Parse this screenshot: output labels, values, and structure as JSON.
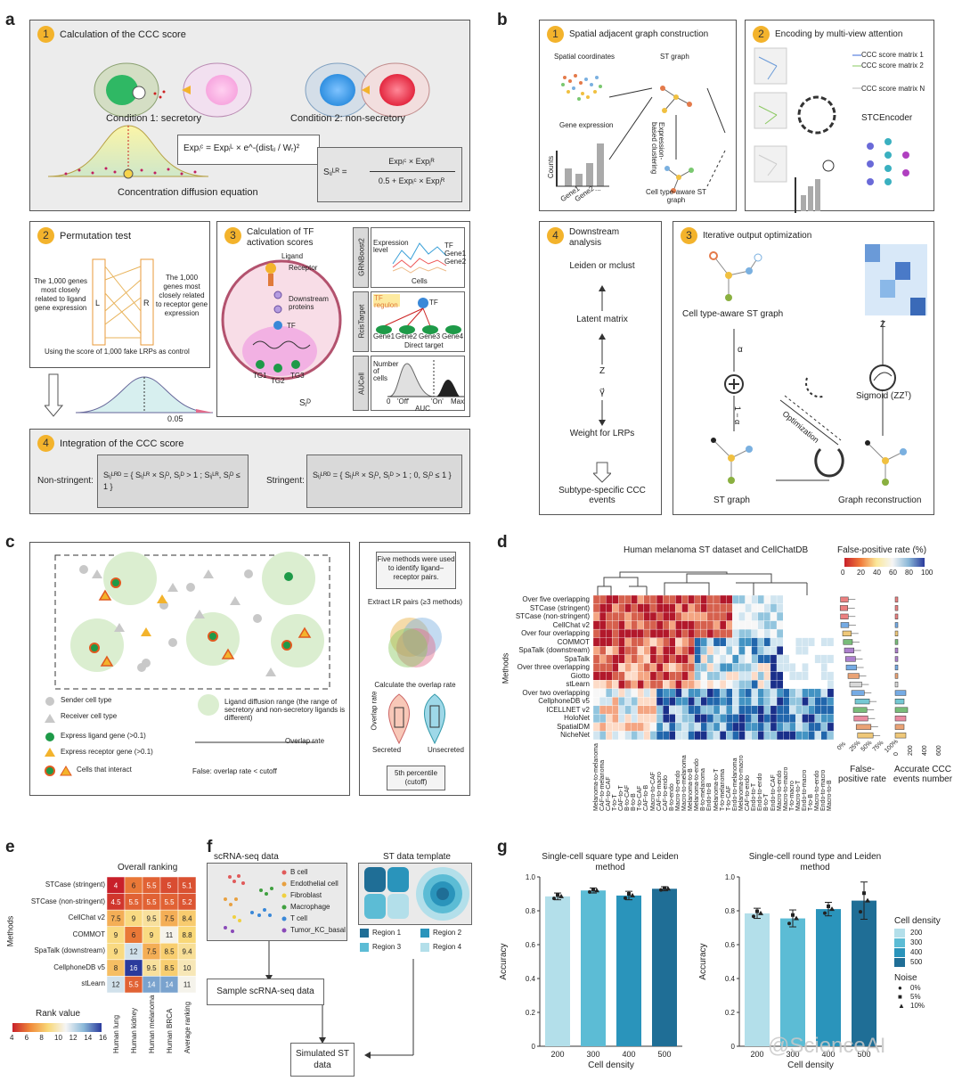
{
  "figure": {
    "letters": [
      "a",
      "b",
      "c",
      "d",
      "e",
      "f",
      "g"
    ],
    "watermark": "@ScienceAI",
    "panel_a": {
      "step1_num": "1",
      "step1_title": "Calculation of the CCC score",
      "cond1": "Condition 1: secretory",
      "cond2": "Condition 2: non-secretory",
      "diffusion_label": "Concentration diffusion equation",
      "formula1": "Expᵢᶜ = Expᵢᴸ × e^-(distᵢⱼ / Wᵣ)²",
      "formula2_num": "Expᵢᶜ × Expⱼᴿ",
      "formula2_den": "0.5 + Expᵢᶜ × Expⱼᴿ",
      "formula2_lhs": "Sᵢⱼᴸᴿ =",
      "step2_num": "2",
      "step2_title": "Permutation test",
      "perm_left": "The 1,000 genes most closely related to ligand gene expression",
      "perm_right": "The 1,000 genes most closely related to receptor gene expression",
      "perm_L": "L",
      "perm_R": "R",
      "perm_caption": "Using the score of 1,000 fake LRPs as control",
      "pval": "0.05",
      "step3_num": "3",
      "step3_title": "Calculation of TF activation scores",
      "ligand": "Ligand",
      "receptor": "Receptor",
      "downstream": "Downstream proteins",
      "tf": "TF",
      "tg1": "TG1",
      "tg2": "TG2",
      "tg3": "TG3",
      "sd": "Sⱼᴰ",
      "grn": "GRNBoost2",
      "rcis": "RcisTarget",
      "auc": "AUCell",
      "expr_level": "Expression level",
      "cells": "Cells",
      "tf_small": "TF",
      "gene1": "Gene1",
      "gene2": "Gene2",
      "tf_regulon": "TF regulon",
      "genes_row": [
        "Gene1",
        "Gene2",
        "Gene3",
        "Gene4"
      ],
      "direct_target": "Direct target",
      "num_cells": "Number of cells",
      "auc_ticks": [
        "0",
        "'Off'",
        "'On'",
        "Max"
      ],
      "auc_label": "AUC",
      "step4_num": "4",
      "step4_title": "Integration of the CCC score",
      "nonstringent": "Non-stringent:",
      "stringent": "Stringent:",
      "ns_formula": "Sᵢⱼᴸᴿᴰ = { Sᵢⱼᴸᴿ × Sⱼᴰ, Sⱼᴰ > 1 ; Sᵢⱼᴸᴿ, Sⱼᴰ ≤ 1 }",
      "s_formula": "Sᵢⱼᴸᴿᴰ = { Sᵢⱼᴸᴿ × Sⱼᴰ, Sⱼᴰ > 1 ; 0, Sⱼᴰ ≤ 1 }"
    },
    "panel_b": {
      "step1_num": "1",
      "step1_title": "Spatial adjacent graph construction",
      "spatial_coords": "Spatial coordinates",
      "st_graph": "ST graph",
      "expr_clustering": "Expression-based clustering",
      "gene_expression": "Gene expression",
      "counts": "Counts",
      "gene1": "Gene1",
      "gene2": "Gene2",
      "dots": "...",
      "celltype_aware": "Cell type-aware ST graph",
      "step2_num": "2",
      "step2_title": "Encoding by multi-view attention",
      "ccc_m1": "CCC score matrix 1",
      "ccc_m2": "CCC score matrix 2",
      "ccc_mn": "CCC score matrix N",
      "stcencoder": "STCEncoder",
      "step3_num": "3",
      "step3_title": "Iterative output optimization",
      "celltype_graph": "Cell type-aware ST graph",
      "alpha": "α",
      "one_minus_alpha": "1 − α",
      "optimization": "Optimization",
      "z": "Z",
      "sigmoid": "Sigmoid (ZZᵀ)",
      "st_graph2": "ST graph",
      "graph_recon": "Graph reconstruction",
      "step4_num": "4",
      "step4_title": "Downstream analysis",
      "leiden": "Leiden or mclust",
      "latent": "Latent matrix",
      "z2": "Z",
      "gamma": "γ⃗",
      "weight": "Weight for LRPs",
      "subtype": "Subtype-specific CCC events"
    },
    "panel_c": {
      "legend": [
        "Sender cell type",
        "Receiver cell type",
        "Express ligand gene (>0.1)",
        "Express receptor gene (>0.1)",
        "Cells that interact"
      ],
      "diffusion_range": "Ligand diffusion range (the range of secretory and non-secretory ligands is different)",
      "overlap_rate": "Overlap rate",
      "false_cond": "False: overlap rate < cutoff",
      "five_methods": "Five methods were used to identify ligand–receptor pairs.",
      "extract": "Extract LR pairs (≥3 methods)",
      "calc_overlap": "Calculate the overlap rate",
      "overlap_axis": "Overlap rate",
      "secreted": "Secreted",
      "unsecreted": "Unsecreted",
      "cutoff": "5th percentile (cutoff)"
    },
    "panel_d": {
      "title": "Human melanoma ST dataset and CellChatDB",
      "fpr_title": "False-positive rate (%)",
      "colorbar_ticks": [
        "0",
        "20",
        "40",
        "60",
        "80",
        "100"
      ],
      "methods_label": "Methods",
      "methods": [
        "Over five overlapping",
        "STCase (stringent)",
        "STCase (non-stringent)",
        "CellChat v2",
        "Over four overlapping",
        "COMMOT",
        "SpaTalk (downstream)",
        "SpaTalk",
        "Over three overlapping",
        "Giotto",
        "stLearn",
        "Over two overlapping",
        "CellphoneDB v5",
        "ICELLNET v2",
        "HoloNet",
        "SpatialDM",
        "NicheNet"
      ],
      "columns": [
        "Melanoma-to-melanoma",
        "CAF-to-melanoma",
        "CAF-to-CAF",
        "T-to-T",
        "CAF-to-T",
        "B-to-CAF",
        "B-to-B",
        "T-to-CAF",
        "CAF-to-B",
        "Macro-to-CAF",
        "CAF-to-macro",
        "CAF-to-endo",
        "B-to-endo",
        "Macro-to-endo",
        "Macro-to-melanoma",
        "Melanoma-to-B",
        "Melanoma-to-endo",
        "B-to-melanoma",
        "Endo-to-B",
        "Melanoma-to-T",
        "T-to-melanoma",
        "T-to-CAF",
        "Endo-to-melanoma",
        "Melanoma-to-macro",
        "CAF-to-endo",
        "Endo-to-T",
        "Endo-to-endo",
        "B-to-T",
        "Endo-to-CAF",
        "Macro-to-endo",
        "Macro-to-macro",
        "T-to-macro",
        "Macro-to-T",
        "Endo-to-macro",
        "T-to-B",
        "Macro-to-endo",
        "Endo-to-macro",
        "Macro-to-B"
      ],
      "box_ticks": [
        "0%",
        "25%",
        "50%",
        "75%",
        "100%"
      ],
      "box_label": "False-positive rate",
      "count_ticks": [
        "0",
        "200",
        "400",
        "600"
      ],
      "count_label": "Accurate CCC events number"
    },
    "panel_e": {
      "title": "Overall ranking",
      "methods_label": "Methods",
      "rows": [
        "STCase (stringent)",
        "STCase (non-stringent)",
        "CellChat v2",
        "COMMOT",
        "SpaTalk (downstream)",
        "CellphoneDB v5",
        "stLearn"
      ],
      "cols": [
        "Human lung",
        "Human kidney",
        "Human melanoma",
        "Human BRCA",
        "Average ranking"
      ],
      "values": [
        [
          "4",
          "6",
          "5.5",
          "5",
          "5.1"
        ],
        [
          "4.5",
          "5.5",
          "5.5",
          "5.5",
          "5.2"
        ],
        [
          "7.5",
          "9",
          "9.5",
          "7.5",
          "8.4"
        ],
        [
          "9",
          "6",
          "9",
          "11",
          "8.8"
        ],
        [
          "9",
          "12",
          "7.5",
          "8.5",
          "9.4"
        ],
        [
          "8",
          "16",
          "9.5",
          "8.5",
          "10"
        ],
        [
          "12",
          "5.5",
          "14",
          "14",
          "11"
        ]
      ],
      "rank_title": "Rank value",
      "rank_ticks": [
        "4",
        "6",
        "8",
        "10",
        "12",
        "14",
        "16"
      ]
    },
    "panel_f": {
      "scrna": "scRNA-seq data",
      "celltypes": [
        "B cell",
        "Endothelial cell",
        "Fibroblast",
        "Macrophage",
        "T cell",
        "Tumor_KC_basal"
      ],
      "st_template": "ST data template",
      "regions": [
        "Region 1",
        "Region 2",
        "Region 3",
        "Region 4"
      ],
      "sample": "Sample scRNA-seq data",
      "simulated": "Simulated ST data"
    },
    "colors": {
      "step_badge": "#f3b32c",
      "panel_gray": "#ececec",
      "heat_red": "#c8202a",
      "heat_blue": "#2a3a9c",
      "bar_200": "#b3dfea",
      "bar_300": "#5cbcd5",
      "bar_400": "#2a94bb",
      "bar_500": "#1f6e96"
    }
  },
  "chart_data": [
    {
      "type": "bar",
      "title": "Single-cell square type and Leiden method",
      "xlabel": "Cell density",
      "ylabel": "Accuracy",
      "categories": [
        "200",
        "300",
        "400",
        "500"
      ],
      "values": [
        0.885,
        0.92,
        0.89,
        0.93
      ],
      "ylim": [
        0,
        1.0
      ],
      "yticks": [
        "0",
        "0.2",
        "0.4",
        "0.6",
        "0.8",
        "1.0"
      ]
    },
    {
      "type": "bar",
      "title": "Single-cell round type and Leiden method",
      "xlabel": "Cell density",
      "ylabel": "Accuracy",
      "categories": [
        "200",
        "300",
        "400",
        "500"
      ],
      "values": [
        0.785,
        0.755,
        0.81,
        0.86
      ],
      "ylim": [
        0,
        1.0
      ],
      "yticks": [
        "0",
        "0.2",
        "0.4",
        "0.6",
        "0.8",
        "1.0"
      ],
      "legend_title": "Cell density",
      "legend": [
        "200",
        "300",
        "400",
        "500"
      ],
      "noise_title": "Noise",
      "noise": [
        "0%",
        "5%",
        "10%"
      ]
    }
  ]
}
